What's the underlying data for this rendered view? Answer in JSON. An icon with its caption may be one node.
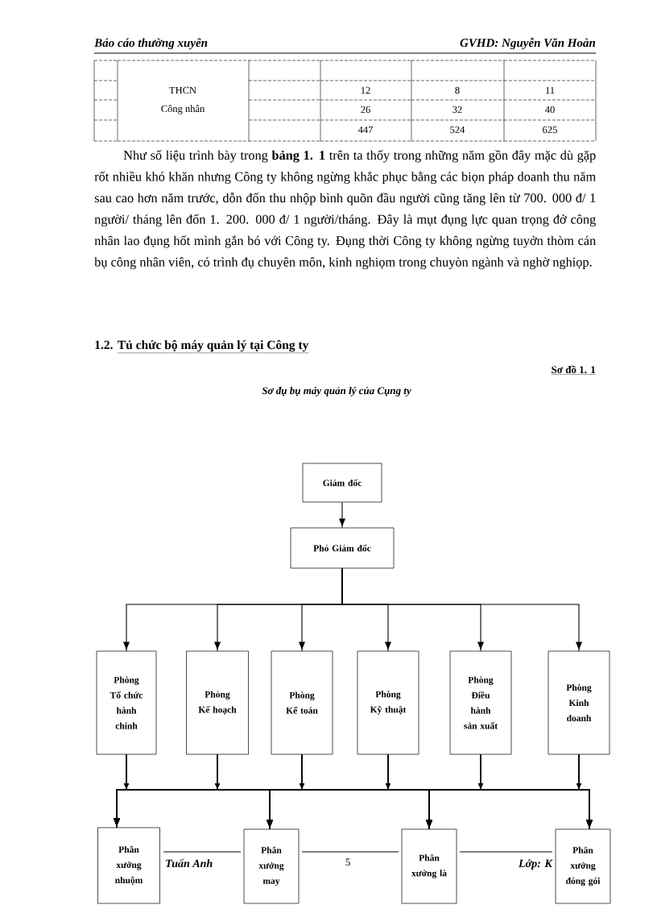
{
  "diagram": {
    "title": "Sơ đụ bụ máy quản lý của Cụng ty",
    "nodes": [
      {
        "text": [
          "Giám đốc"
        ]
      },
      {
        "text": [
          "Phó Giám đốc"
        ]
      },
      {
        "text": [
          "Phòng Tổ chức hành chính"
        ]
      },
      {
        "text": [
          "Phòng Kế hoạch"
        ]
      },
      {
        "text": [
          "Phòng Kế toán"
        ]
      },
      {
        "text": [
          "Phòng Kỹ thuật"
        ]
      },
      {
        "text": [
          "Phòng Điều hành sản xuất"
        ]
      },
      {
        "text": [
          "Phòng Kinh doanh"
        ]
      },
      {
        "text": [
          "Phân xưởng nhuộm"
        ]
      },
      {
        "text": [
          "Phân xưởng may"
        ]
      },
      {
        "text": [
          "Phân xưởng là"
        ]
      },
      {
        "text": [
          "Phân xưởng đóng gói"
        ]
      }
    ],
    "edges": [
      {
        "from": 0,
        "to": 1,
        "arrow": "to"
      },
      {
        "from": 1,
        "to": 2,
        "arrow": "to"
      },
      {
        "from": 1,
        "to": 3,
        "arrow": "to"
      },
      {
        "from": 1,
        "to": 4,
        "arrow": "to"
      },
      {
        "from": 1,
        "to": 5,
        "arrow": "to"
      },
      {
        "from": 1,
        "to": 6,
        "arrow": "to"
      },
      {
        "from": 1,
        "to": 7,
        "arrow": "to"
      },
      {
        "from": 2,
        "to": 8,
        "arrow": "to"
      },
      {
        "from": 2,
        "to": 9,
        "arrow": "to"
      },
      {
        "from": 2,
        "to": 10,
        "arrow": "to"
      },
      {
        "from": 2,
        "to": 11,
        "arrow": "to"
      },
      {
        "from": 3,
        "to": 8,
        "arrow": "to"
      },
      {
        "from": 3,
        "to": 9,
        "arrow": "to"
      },
      {
        "from": 3,
        "to": 10,
        "arrow": "to"
      },
      {
        "from": 3,
        "to": 11,
        "arrow": "to"
      },
      {
        "from": 4,
        "to": 8,
        "arrow": "to"
      },
      {
        "from": 4,
        "to": 9,
        "arrow": "to"
      },
      {
        "from": 4,
        "to": 10,
        "arrow": "to"
      },
      {
        "from": 4,
        "to": 11,
        "arrow": "to"
      },
      {
        "from": 5,
        "to": 8,
        "arrow": "to"
      },
      {
        "from": 5,
        "to": 9,
        "arrow": "to"
      },
      {
        "from": 5,
        "to": 10,
        "arrow": "to"
      },
      {
        "from": 5,
        "to": 11,
        "arrow": "to"
      },
      {
        "from": 6,
        "to": 8,
        "arrow": "to"
      },
      {
        "from": 6,
        "to": 9,
        "arrow": "to"
      },
      {
        "from": 6,
        "to": 10,
        "arrow": "to"
      },
      {
        "from": 6,
        "to": 11,
        "arrow": "to"
      },
      {
        "from": 7,
        "to": 8,
        "arrow": "to"
      },
      {
        "from": 7,
        "to": 9,
        "arrow": "to"
      },
      {
        "from": 7,
        "to": 10,
        "arrow": "to"
      },
      {
        "from": 7,
        "to": 11,
        "arrow": "to"
      }
    ],
    "labels": [
      "Báo cáo thường xuyên",
      "GVHD: Nguyễn Văn Hoàn",
      "THCN",
      "12",
      "8",
      "11",
      "Công nhân",
      "26",
      "32",
      "40",
      "447",
      "524",
      "625",
      "Như số liệu trình bày trong **bảng 1. 1** trên ta thốy trong những năm gồn đây mặc dù gặp rốt nhiều khó khăn nhưng Công ty không ngừng khắc phục bằng các biọn pháp doanh thu năm sau cao hơn năm trước, dỗn đốn thu nhộp bình quõn đầu người cũng tăng lên từ 700. 000 đ/ 1 người/ tháng lên đốn 1. 200. 000 đ/ 1 người/tháng. Đây là mụt đụng lực quan trọng đở công nhân lao đụng hốt mình gắn bó với Công ty. Đụng thời Công ty không ngừng tuyởn thòm cán bụ công nhân viên, có trình đụ chuyên môn, kinh nghiọm trong chuyòn ngành và nghờ nghiọp.",
      "1.2.",
      "Tủ chức bộ máy quản lý tại Công ty",
      "Sơ đồ 1. 1",
      "Tuấn Anh",
      "5",
      "Lớp: K"
    ]
  }
}
